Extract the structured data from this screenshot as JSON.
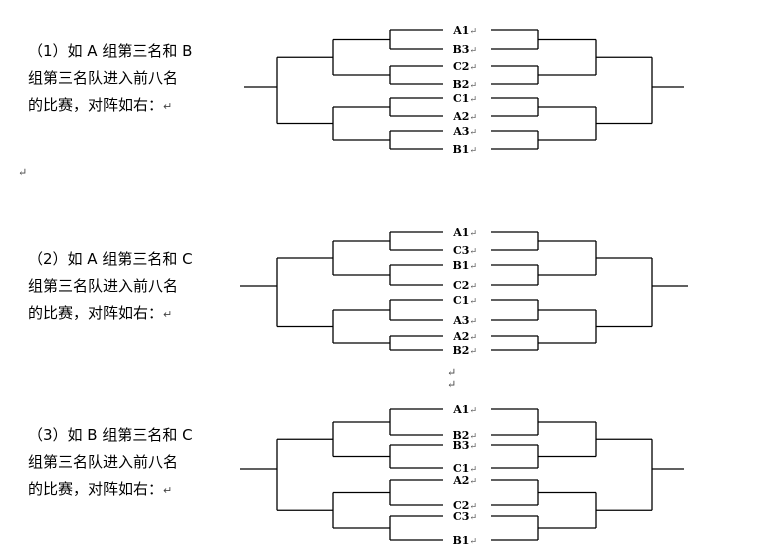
{
  "sections": [
    {
      "desc": [
        "（1）如 A 组第三名和 B",
        "组第三名队进入前八名",
        "的比赛，对阵如右："
      ],
      "teams": [
        "A1",
        "B3",
        "C2",
        "B2",
        "C1",
        "A2",
        "A3",
        "B1"
      ]
    },
    {
      "desc": [
        "（2）如 A 组第三名和 C",
        "组第三名队进入前八名",
        "的比赛，对阵如右："
      ],
      "teams": [
        "A1",
        "C3",
        "B1",
        "C2",
        "C1",
        "A3",
        "A2",
        "B2"
      ]
    },
    {
      "desc": [
        "（3）如 B 组第三名和 C",
        "组第三名队进入前八名",
        "的比赛，对阵如右："
      ],
      "teams": [
        "A1",
        "B2",
        "B3",
        "C1",
        "A2",
        "C2",
        "C3",
        "B1"
      ]
    }
  ],
  "paragraph_mark": "↵"
}
